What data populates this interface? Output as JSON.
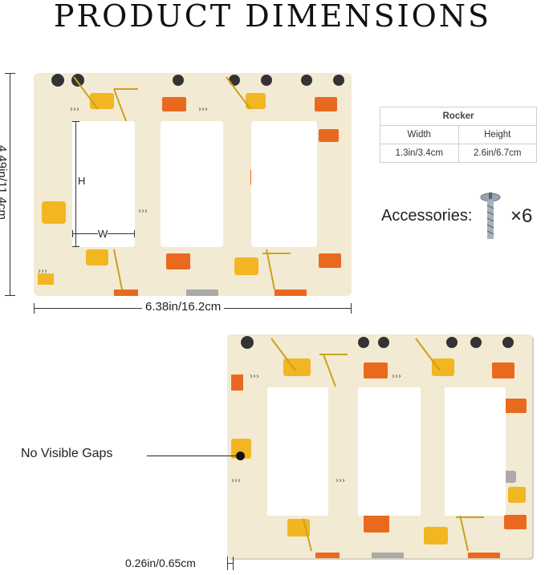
{
  "title": "PRODUCT DIMENSIONS",
  "plate_dimensions": {
    "height_label": "4.49in/11.4cm",
    "width_label": "6.38in/16.2cm",
    "opening_height_label": "H",
    "opening_width_label": "W"
  },
  "spec_table": {
    "header": "Rocker",
    "col1_label": "Width",
    "col2_label": "Height",
    "col1_value": "1.3in/3.4cm",
    "col2_value": "2.6in/6.7cm"
  },
  "accessories": {
    "label": "Accessories:",
    "count": "×6",
    "icon": "screw-icon"
  },
  "callouts": {
    "no_gaps": "No Visible Gaps",
    "thickness": "0.26in/0.65cm"
  },
  "colors": {
    "plate_background": "#f3ead4",
    "truck_yellow": "#f2b622",
    "truck_orange": "#e96a1e"
  }
}
